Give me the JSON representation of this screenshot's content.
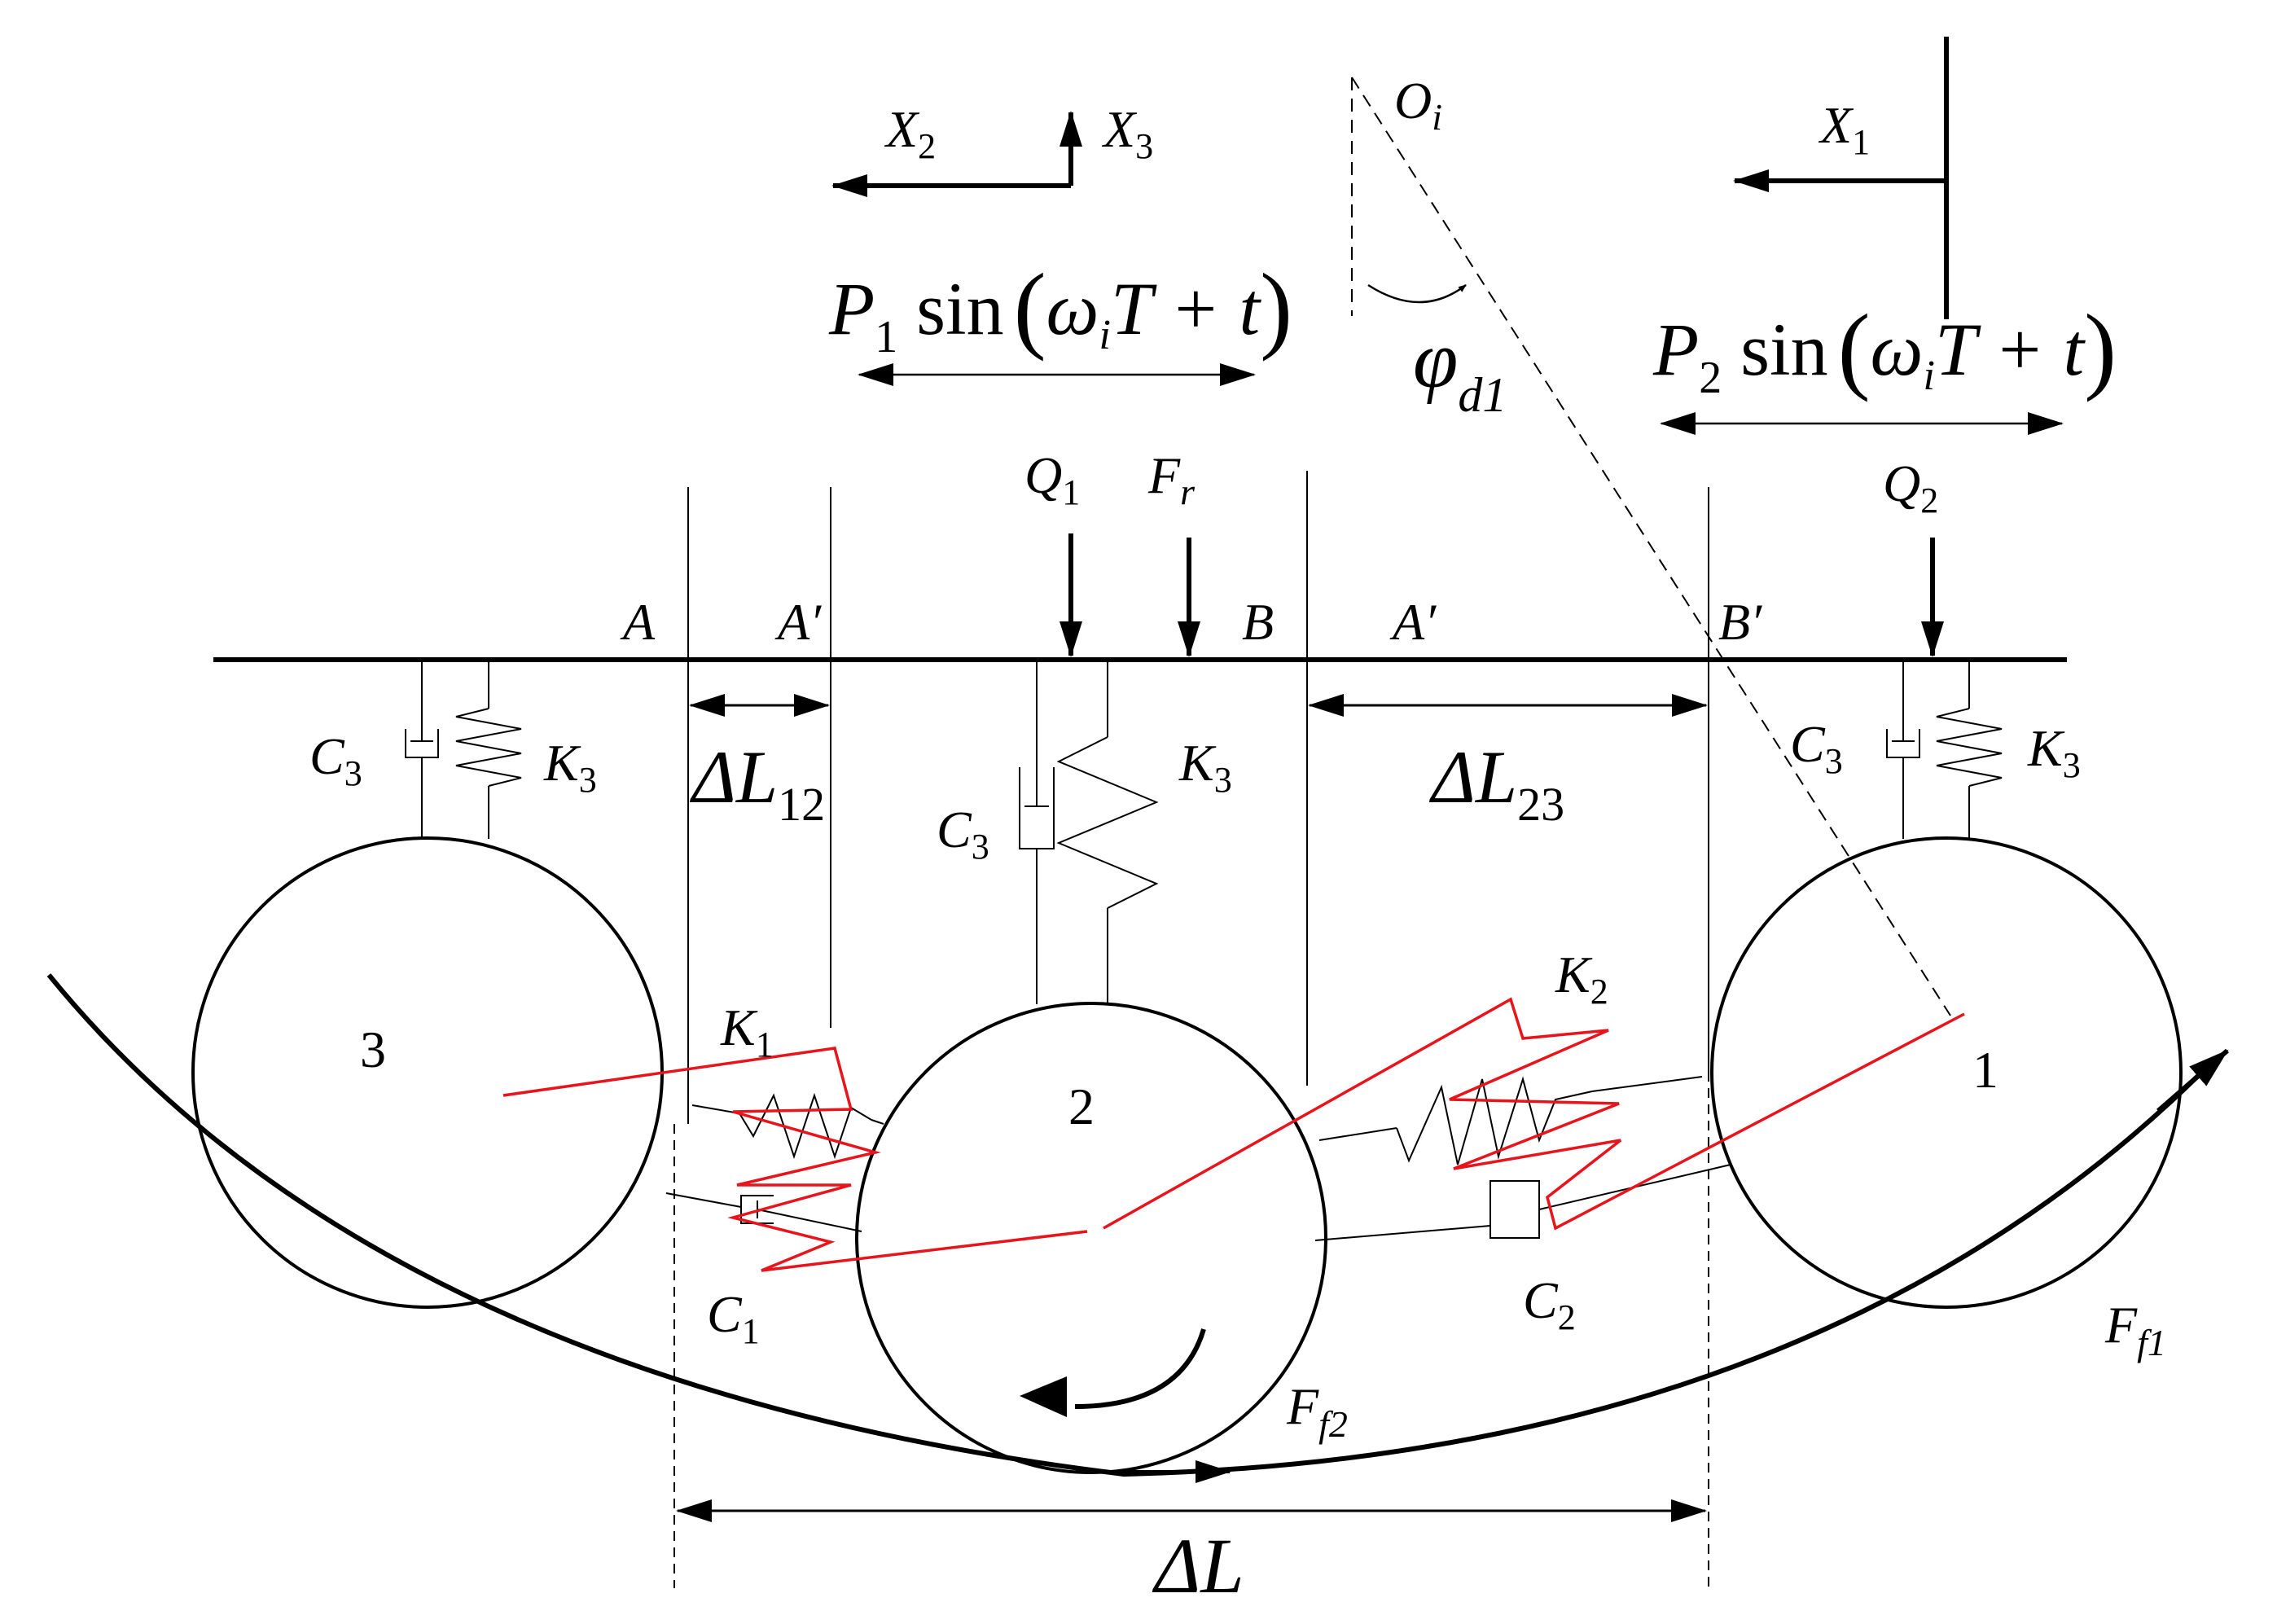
{
  "axes": {
    "x1": {
      "base": "X",
      "sub": "1"
    },
    "x2": {
      "base": "X",
      "sub": "2"
    },
    "x3": {
      "base": "X",
      "sub": "3"
    },
    "oi": {
      "base": "O",
      "sub": "i"
    }
  },
  "excitation": {
    "p1": {
      "base": "P",
      "sub": "1",
      "tail": " sin",
      "lparen": "(",
      "omega": "ω",
      "wsub": "i",
      "rest": "T + t",
      "rparen": ")"
    },
    "p2": {
      "base": "P",
      "sub": "2",
      "tail": " sin",
      "lparen": "(",
      "omega": "ω",
      "wsub": "i",
      "rest": "T + t",
      "rparen": ")"
    }
  },
  "angle": {
    "base": "φ",
    "sub": "d1"
  },
  "loads": {
    "q1": {
      "base": "Q",
      "sub": "1"
    },
    "q2": {
      "base": "Q",
      "sub": "2"
    },
    "fr": {
      "base": "F",
      "sub": "r"
    }
  },
  "points": {
    "a": "A",
    "a_prime_1": "A′",
    "b": "B",
    "a_prime_2": "A′",
    "b_prime": "B′"
  },
  "gaps": {
    "dl12": {
      "base": "ΔL",
      "sub": "12"
    },
    "dl23": {
      "base": "ΔL",
      "sub": "23"
    },
    "dl": "ΔL"
  },
  "springs": {
    "c3": {
      "base": "C",
      "sub": "3"
    },
    "k3": {
      "base": "K",
      "sub": "3"
    },
    "k1": {
      "base": "K",
      "sub": "1"
    },
    "c1": {
      "base": "C",
      "sub": "1"
    },
    "k2": {
      "base": "K",
      "sub": "2"
    },
    "c2": {
      "base": "C",
      "sub": "2"
    }
  },
  "rollers": {
    "r1": "1",
    "r2": "2",
    "r3": "3"
  },
  "friction": {
    "ff1": {
      "base": "F",
      "sub": "f1"
    },
    "ff2": {
      "base": "F",
      "sub": "f2"
    }
  },
  "colors": {
    "ink": "#000000",
    "spring_highlight": "#e8141c"
  }
}
